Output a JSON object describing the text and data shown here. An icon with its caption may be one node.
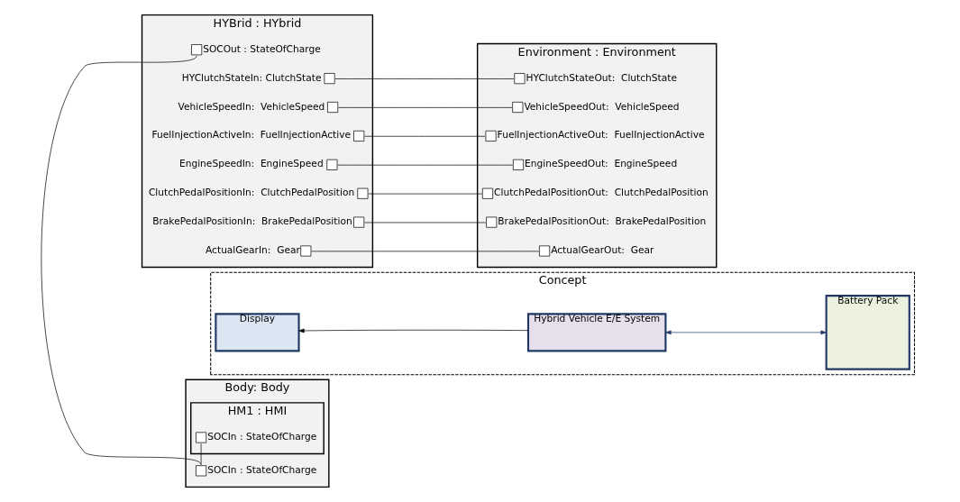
{
  "diagram": {
    "nodes": [
      {
        "text": [
          "Body: Body"
        ]
      },
      {
        "text": [],
        "shape": "box",
        "beside": [
          "SOCIn : StateOfCharge"
        ],
        "in": 0
      },
      {
        "text": [
          "HM1 : HMI"
        ],
        "in": 0
      },
      {
        "text": [],
        "shape": "box",
        "beside": [
          "SOCIn : StateOfCharge"
        ],
        "in": 2
      },
      {
        "text": [
          "Concept"
        ]
      },
      {
        "text": [
          "Display"
        ],
        "in": 4
      },
      {
        "text": [
          "Hybrid Vehicle E/E System"
        ],
        "in": 4
      },
      {
        "text": [
          "Battery Pack"
        ],
        "in": 4
      },
      {
        "text": [
          "HYBrid : HYbrid"
        ]
      },
      {
        "text": [],
        "shape": "box",
        "beside": [
          "SOCOut : StateOfCharge"
        ],
        "in": 8
      },
      {
        "text": [],
        "shape": "box",
        "beside": [
          "HYClutchStateIn: ClutchState"
        ],
        "in": 8
      },
      {
        "text": [],
        "shape": "box",
        "beside": [
          "VehicleSpeedIn:  VehicleSpeed"
        ],
        "in": 8
      },
      {
        "text": [],
        "shape": "box",
        "beside": [
          "FuelInjectionActiveIn:  FuelInjectionActive"
        ],
        "in": 8
      },
      {
        "text": [],
        "shape": "box",
        "beside": [
          "EngineSpeedIn:  EngineSpeed"
        ],
        "in": 8
      },
      {
        "text": [],
        "shape": "box",
        "beside": [
          "ClutchPedalPositionIn:  ClutchPedalPosition"
        ],
        "in": 8
      },
      {
        "text": [],
        "shape": "box",
        "beside": [
          "BrakePedalPositionIn:  BrakePedalPosition"
        ],
        "in": 8
      },
      {
        "text": [],
        "shape": "box",
        "beside": [
          "ActualGearIn:  Gear"
        ],
        "in": 8
      },
      {
        "text": [
          "Environment : Environment"
        ]
      },
      {
        "text": [],
        "shape": "box",
        "beside": [
          "HYClutchStateOut:  ClutchState"
        ],
        "in": 17
      },
      {
        "text": [],
        "shape": "box",
        "beside": [
          "VehicleSpeedOut:  VehicleSpeed"
        ],
        "in": 17
      },
      {
        "text": [],
        "shape": "box",
        "beside": [
          "FuelInjectionActiveOut:  FuelInjectionActive"
        ],
        "in": 17
      },
      {
        "text": [],
        "shape": "box",
        "beside": [
          "EngineSpeedOut:  EngineSpeed"
        ],
        "in": 17
      },
      {
        "text": [],
        "shape": "box",
        "beside": [
          "ClutchPedalPositionOut:  ClutchPedalPosition"
        ],
        "in": 17
      },
      {
        "text": [],
        "shape": "box",
        "beside": [
          "BrakePedalPositionOut:  BrakePedalPosition"
        ],
        "in": 17
      },
      {
        "text": [],
        "shape": "box",
        "beside": [
          "ActualGearOut:  Gear"
        ],
        "in": 17
      }
    ],
    "edges": [
      {
        "from": 6,
        "to": 5,
        "arrow": "to"
      },
      {
        "from": 6,
        "to": 7,
        "arrow": "both",
        "color": "#1f3864"
      },
      {
        "from": 1,
        "to": 3,
        "arrow": "none"
      },
      {
        "from": 1,
        "to": 9,
        "arrow": "none"
      },
      {
        "from": 10,
        "to": 18,
        "arrow": "none"
      },
      {
        "from": 11,
        "to": 19,
        "arrow": "none"
      },
      {
        "from": 12,
        "to": 20,
        "arrow": "none"
      },
      {
        "from": 13,
        "to": 21,
        "arrow": "none"
      },
      {
        "from": 14,
        "to": 22,
        "arrow": "none"
      },
      {
        "from": 15,
        "to": 23,
        "arrow": "none"
      },
      {
        "from": 16,
        "to": 24,
        "arrow": "none"
      }
    ]
  }
}
